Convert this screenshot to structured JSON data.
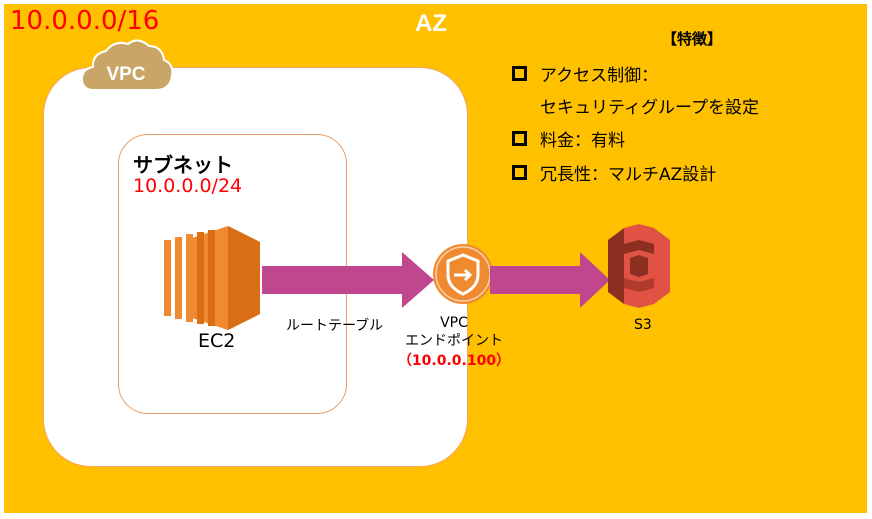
{
  "vpc": {
    "cidr": "10.0.0.0/16",
    "badge_label": "VPC",
    "cloud_color": "#c9a567"
  },
  "az": {
    "label": "AZ",
    "background": "#ffc000"
  },
  "subnet": {
    "title": "サブネット",
    "cidr": "10.0.0.0/24"
  },
  "ec2": {
    "label": "EC2",
    "icon": "ec2-instance-icon",
    "color": "#f08a30"
  },
  "route": {
    "label": "ルートテーブル",
    "arrow_color": "#c0468d"
  },
  "endpoint": {
    "label_line1": "VPC",
    "label_line2": "エンドポイント",
    "ip": "（10.0.0.100）",
    "icon": "vpc-endpoint-icon",
    "color": "#f08a30"
  },
  "s3": {
    "label": "S3",
    "icon": "s3-bucket-icon",
    "color": "#e05243"
  },
  "features": {
    "title": "【特徴】",
    "items": [
      {
        "line1": "アクセス制御：",
        "line2": "セキュリティグループを設定"
      },
      {
        "line1": "料金：有料"
      },
      {
        "line1": "冗長性：マルチAZ設計"
      }
    ]
  }
}
